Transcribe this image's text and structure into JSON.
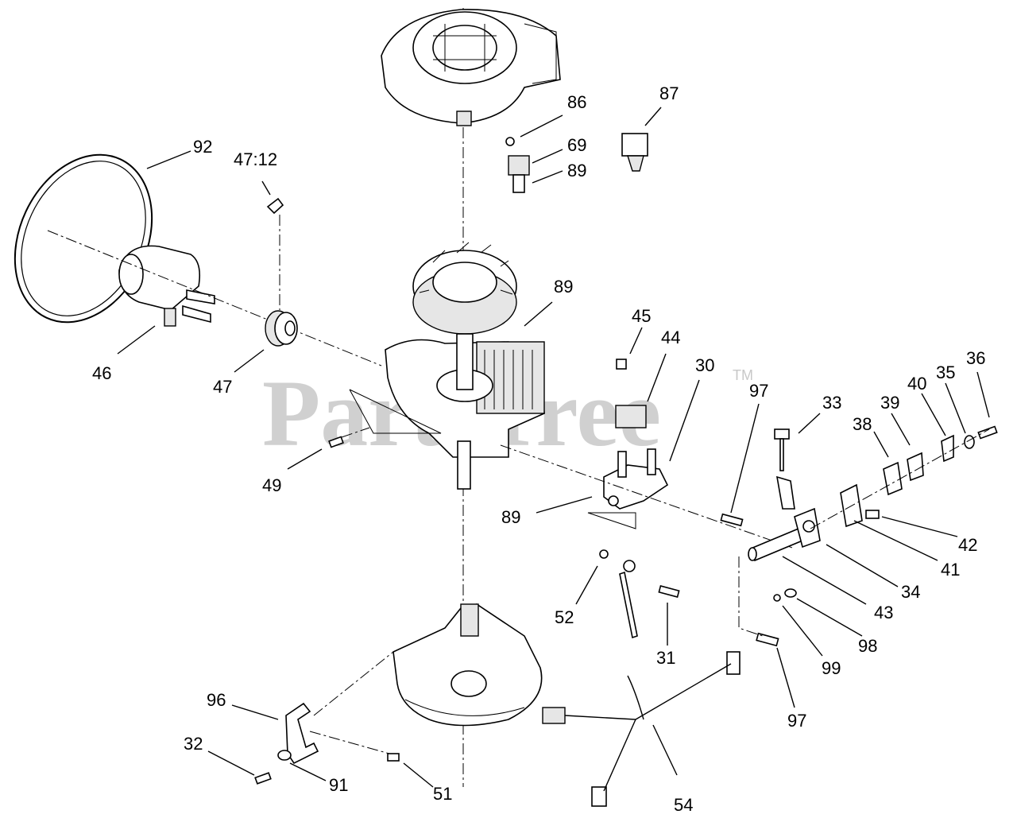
{
  "watermark": {
    "text": "PartsTree",
    "tm": "TM"
  },
  "callouts": {
    "c92": "92",
    "c4712": "47:12",
    "c86": "86",
    "c87": "87",
    "c69": "69",
    "c89a": "89",
    "c89b": "89",
    "c89c": "89",
    "c46": "46",
    "c47": "47",
    "c45": "45",
    "c44": "44",
    "c30": "30",
    "c97a": "97",
    "c33": "33",
    "c36": "36",
    "c35": "35",
    "c40": "40",
    "c39": "39",
    "c38": "38",
    "c49": "49",
    "c42": "42",
    "c41": "41",
    "c34": "34",
    "c43": "43",
    "c52": "52",
    "c31": "31",
    "c98": "98",
    "c99": "99",
    "c97b": "97",
    "c96": "96",
    "c32": "32",
    "c91": "91",
    "c51": "51",
    "c54": "54"
  }
}
